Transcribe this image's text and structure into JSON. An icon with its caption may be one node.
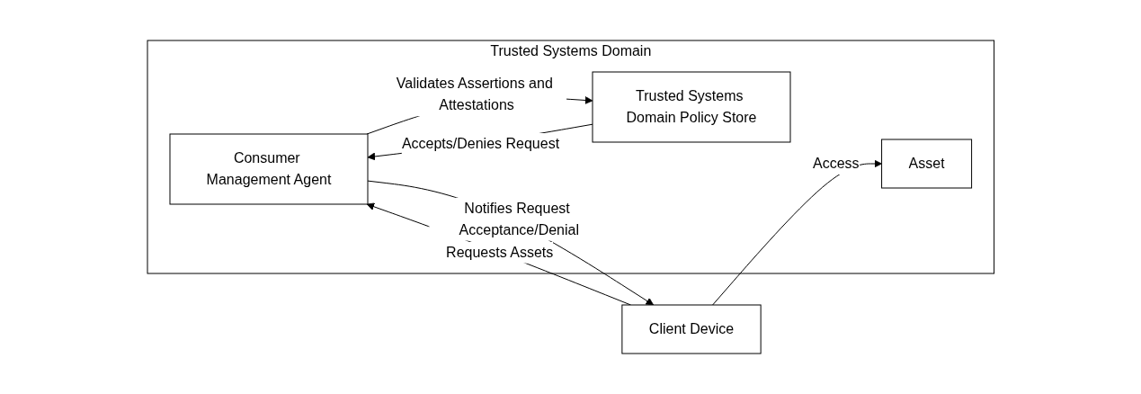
{
  "diagram": {
    "nodes": [
      {
        "text": [
          "Trusted Systems Domain"
        ]
      },
      {
        "text": [
          "Asset"
        ],
        "in": 0
      },
      {
        "text": [
          "Consumer Management Agent"
        ],
        "in": 0
      },
      {
        "text": [
          "Trusted Systems Domain Policy Store"
        ],
        "in": 0
      },
      {
        "text": [
          "Client Device"
        ]
      }
    ],
    "edges": [
      {
        "from": 4,
        "to": 1,
        "arrow": "to",
        "label": "Access"
      },
      {
        "from": 3,
        "to": 2,
        "arrow": "to",
        "label": "Accepts/Denies Request"
      },
      {
        "from": 2,
        "to": 3,
        "arrow": "to",
        "label": "Validates Assertions and Attestations"
      },
      {
        "from": 2,
        "to": 4,
        "arrow": "to",
        "label": "Notifies Request Acceptance/Denial"
      },
      {
        "from": 4,
        "to": 2,
        "arrow": "to",
        "label": "Requests Assets"
      }
    ]
  }
}
